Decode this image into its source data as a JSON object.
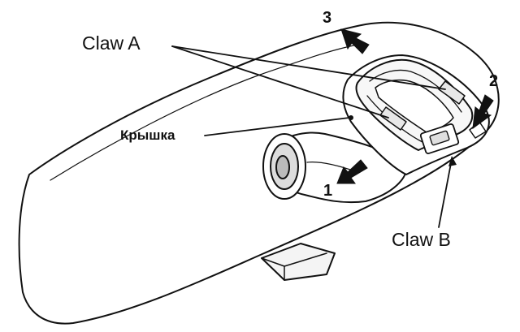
{
  "labels": {
    "claw_a": "Claw A",
    "claw_b": "Claw B",
    "cover": "Крышка",
    "step_1": "1",
    "step_2": "2",
    "step_3": "3"
  },
  "colors": {
    "ink": "#111111",
    "background": "#ffffff"
  },
  "icons": [
    "arrow-icon"
  ]
}
